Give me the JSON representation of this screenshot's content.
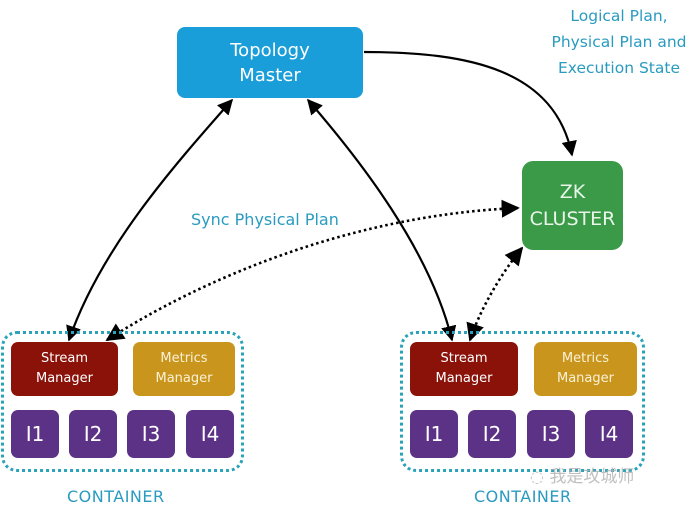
{
  "topology_master": {
    "line1": "Topology",
    "line2": "Master"
  },
  "zk_cluster": {
    "line1": "ZK",
    "line2": "CLUSTER"
  },
  "annotations": {
    "state_note": [
      "Logical Plan,",
      "Physical Plan and",
      "Execution State"
    ],
    "sync_note": "Sync Physical Plan"
  },
  "containers": [
    {
      "label": "CONTAINER",
      "stream_manager": {
        "line1": "Stream",
        "line2": "Manager"
      },
      "metrics_manager": {
        "line1": "Metrics",
        "line2": "Manager"
      },
      "instances": [
        "I1",
        "I2",
        "I3",
        "I4"
      ]
    },
    {
      "label": "CONTAINER",
      "stream_manager": {
        "line1": "Stream",
        "line2": "Manager"
      },
      "metrics_manager": {
        "line1": "Metrics",
        "line2": "Manager"
      },
      "instances": [
        "I1",
        "I2",
        "I3",
        "I4"
      ]
    }
  ],
  "watermark": "我是攻城师",
  "colors": {
    "topology_master": "#1a9ed9",
    "zk_cluster": "#3a9a48",
    "stream_manager": "#8a1209",
    "metrics_manager": "#c9951d",
    "instance": "#5b3286",
    "container_border": "#2aa3b8",
    "label_text": "#2a9bc0"
  }
}
